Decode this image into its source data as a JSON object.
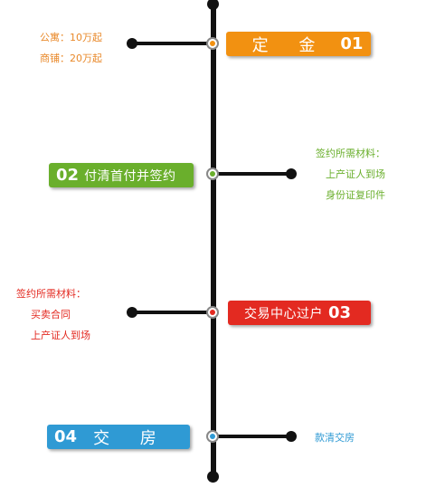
{
  "steps": [
    {
      "num": "01",
      "text": "定 金",
      "color": "#f29111",
      "node_color": "#f29111"
    },
    {
      "num": "02",
      "text": "付清首付并签约",
      "color": "#6aaf2c",
      "node_color": "#6aaf2c"
    },
    {
      "num": "03",
      "text": "交易中心过户",
      "color": "#e32a21",
      "node_color": "#e32a21"
    },
    {
      "num": "04",
      "text": "交 房",
      "color": "#2f9ad4",
      "node_color": "#2f9ad4"
    }
  ],
  "notes": {
    "step1": {
      "color": "#e9892a",
      "lines": [
        "公寓：10万起",
        "商铺：20万起"
      ]
    },
    "step2": {
      "color": "#6aaf2c",
      "lines": [
        "签约所需材料：",
        "上产证人到场",
        "身份证复印件"
      ]
    },
    "step3": {
      "color": "#e32a21",
      "lines": [
        "签约所需材料：",
        "买卖合同",
        "上产证人到场"
      ]
    },
    "step4": {
      "color": "#2f9ad4",
      "lines": [
        "款清交房"
      ]
    }
  }
}
